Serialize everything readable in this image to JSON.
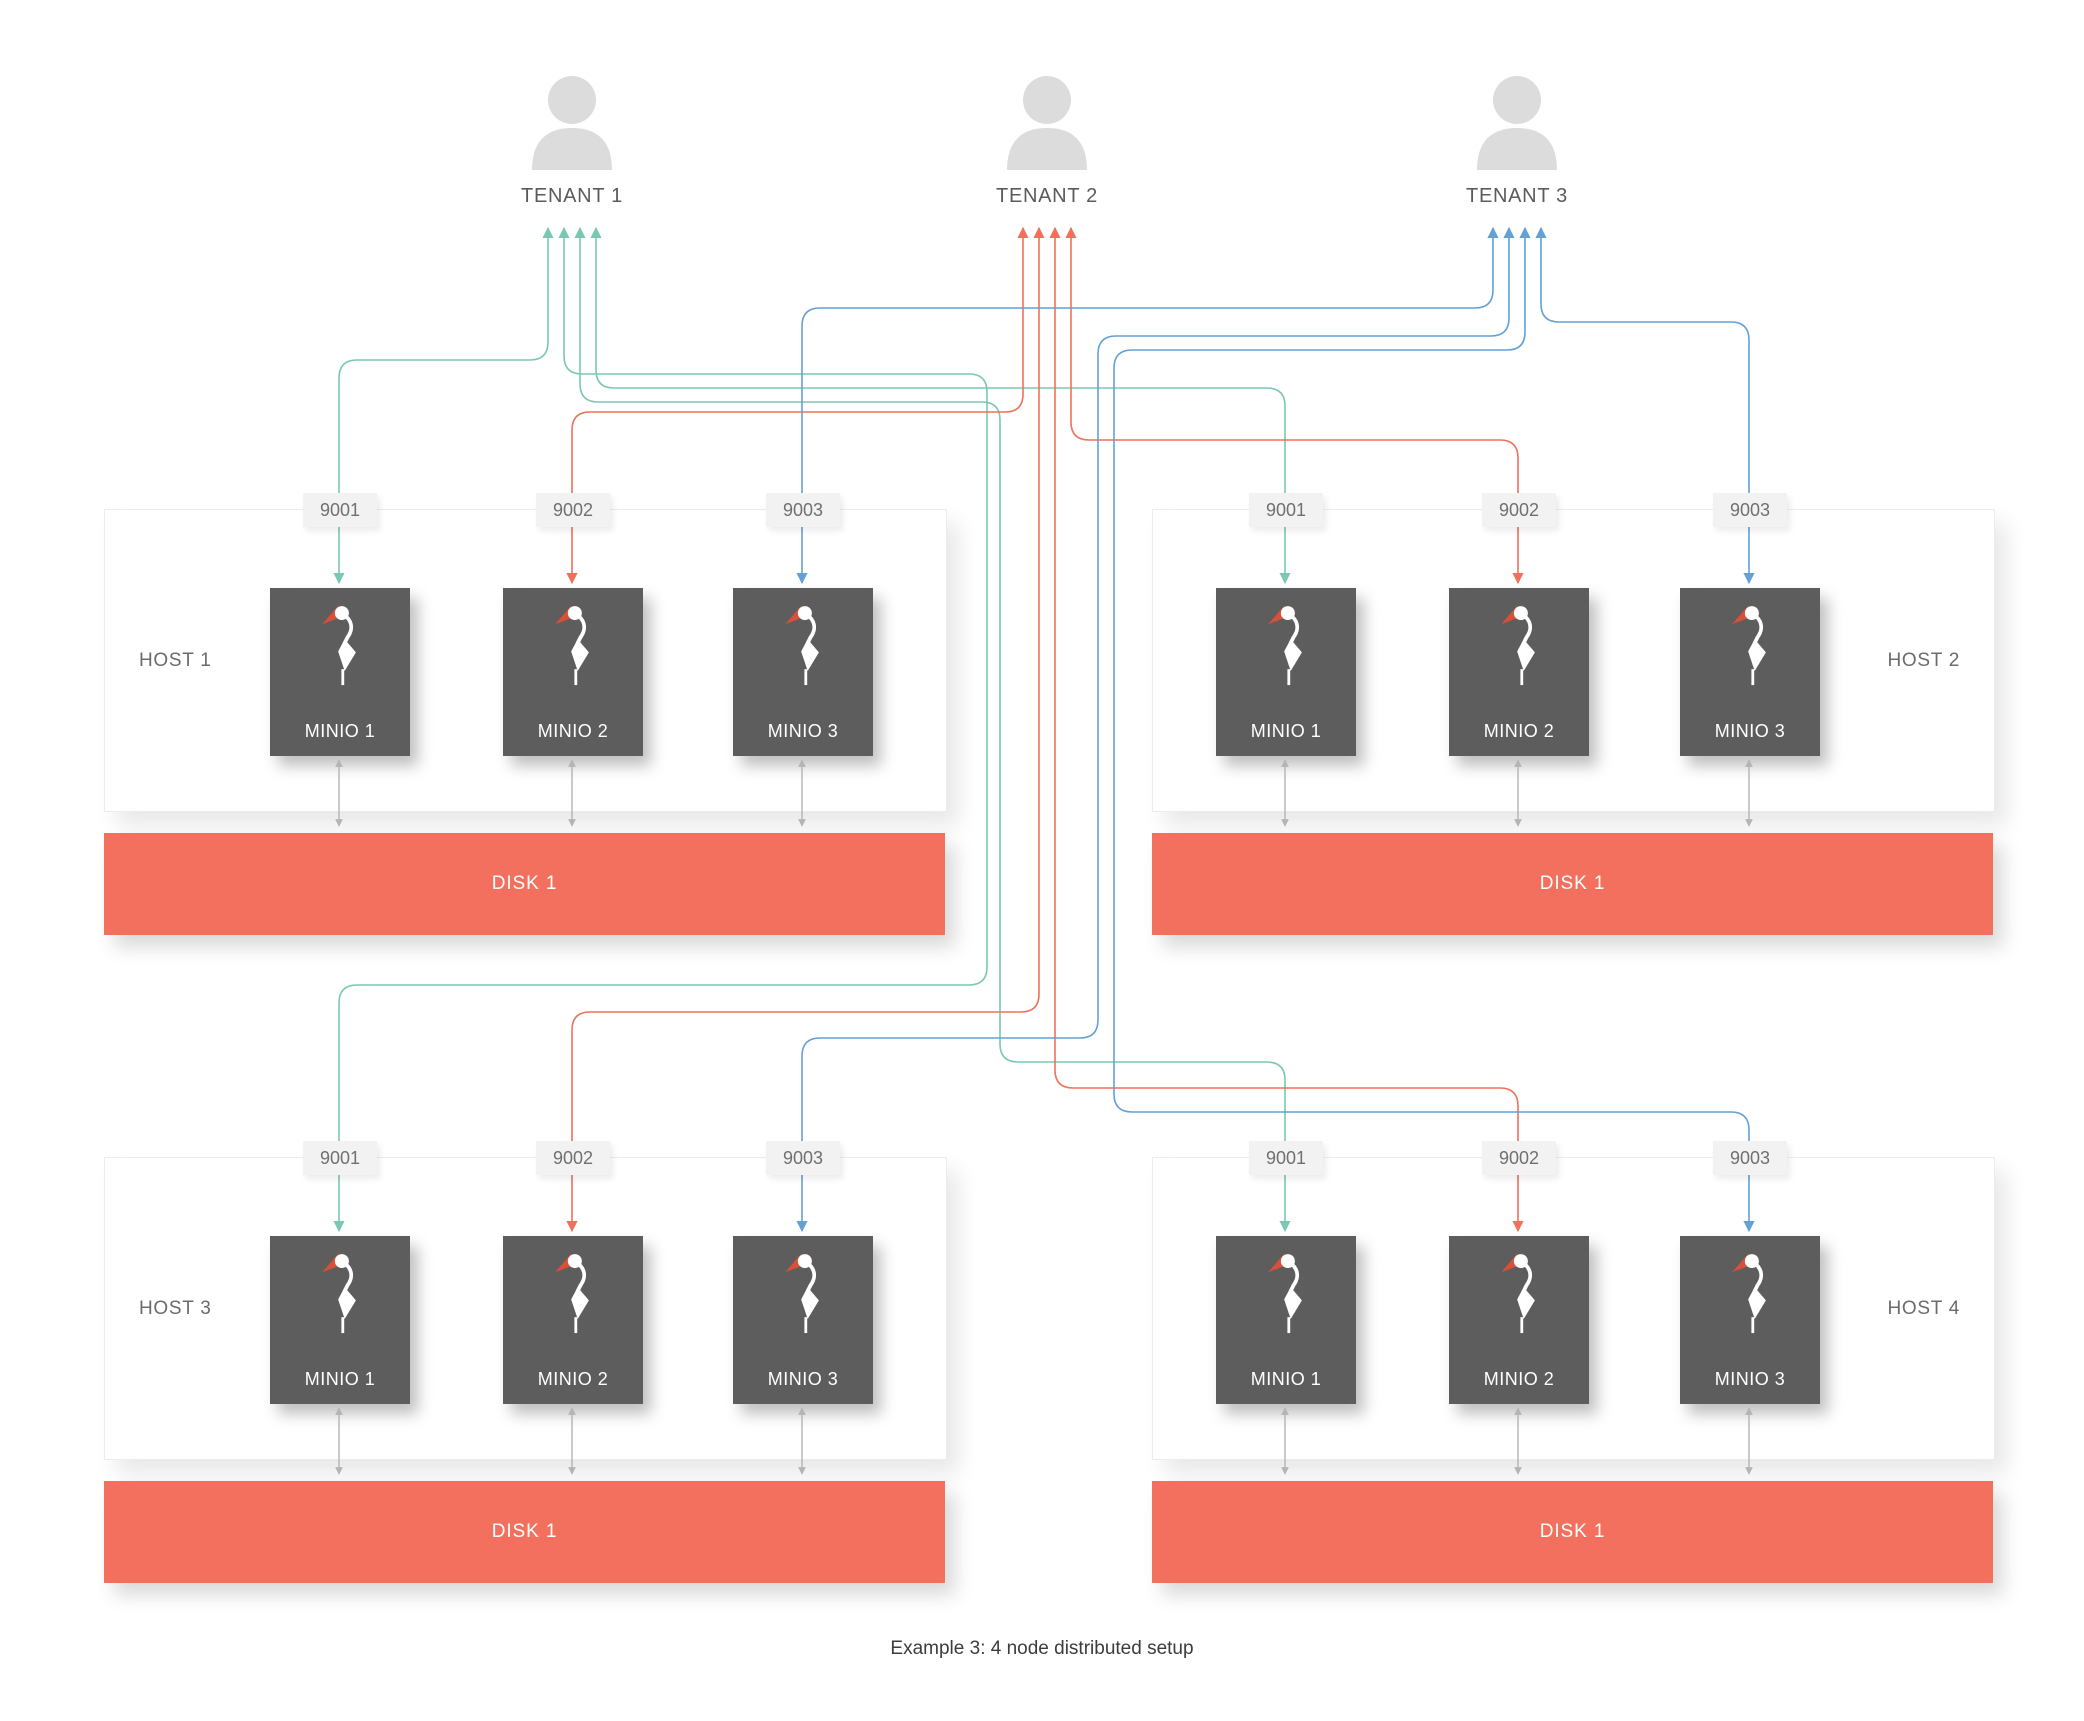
{
  "diagram": {
    "caption": "Example 3: 4 node distributed setup",
    "colors": {
      "tenant1_line": "#7cc7b3",
      "tenant2_line": "#f0705a",
      "tenant3_line": "#64a0d6",
      "disk_bar": "#f4705e",
      "minio_box": "#5d5d5d",
      "minio_beak": "#d94f38"
    },
    "tenants": [
      {
        "label": "TENANT 1"
      },
      {
        "label": "TENANT 2"
      },
      {
        "label": "TENANT 3"
      }
    ],
    "hosts": [
      {
        "label": "HOST 1",
        "ports": [
          "9001",
          "9002",
          "9003"
        ],
        "nodes": [
          "MINIO 1",
          "MINIO 2",
          "MINIO 3"
        ],
        "disk_label": "DISK 1"
      },
      {
        "label": "HOST 2",
        "ports": [
          "9001",
          "9002",
          "9003"
        ],
        "nodes": [
          "MINIO 1",
          "MINIO 2",
          "MINIO 3"
        ],
        "disk_label": "DISK 1"
      },
      {
        "label": "HOST 3",
        "ports": [
          "9001",
          "9002",
          "9003"
        ],
        "nodes": [
          "MINIO 1",
          "MINIO 2",
          "MINIO 3"
        ],
        "disk_label": "DISK 1"
      },
      {
        "label": "HOST 4",
        "ports": [
          "9001",
          "9002",
          "9003"
        ],
        "nodes": [
          "MINIO 1",
          "MINIO 2",
          "MINIO 3"
        ],
        "disk_label": "DISK 1"
      }
    ]
  }
}
